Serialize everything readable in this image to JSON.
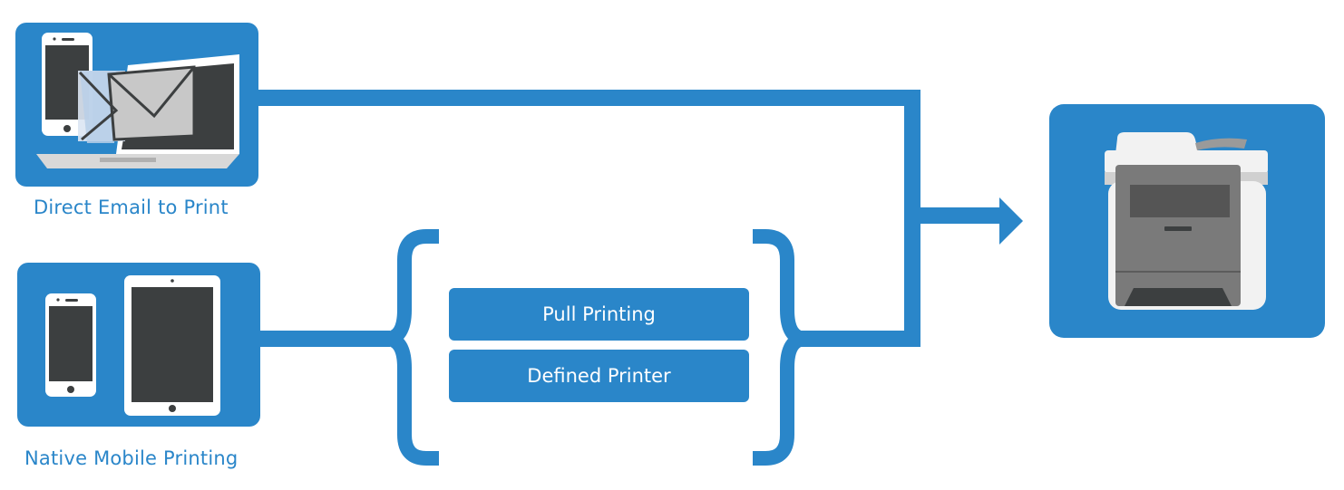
{
  "sources": {
    "email": {
      "label": "Direct Email to Print",
      "icons": [
        "phone-icon",
        "envelope-icon",
        "laptop-icon"
      ]
    },
    "mobile": {
      "label": "Native Mobile Printing",
      "icons": [
        "phone-icon",
        "tablet-icon"
      ]
    }
  },
  "options": {
    "pull": "Pull Printing",
    "defined": "Defined Printer"
  },
  "target": {
    "icon": "multifunction-printer-icon"
  },
  "colors": {
    "accent": "#2a86c9",
    "device_frame": "#ffffff",
    "device_screen": "#3c3f40",
    "envelope_fill": "#c8c8c8",
    "printer_gray": "#7a7a7a"
  }
}
